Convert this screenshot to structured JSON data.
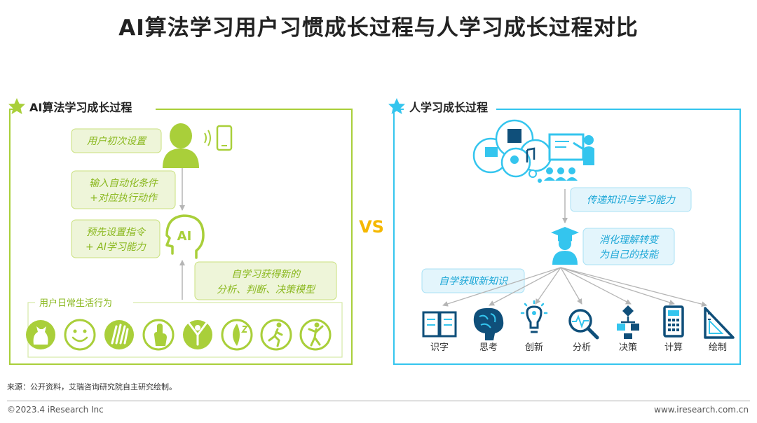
{
  "title": "AI算法学习用户习惯成长过程与人学习成长过程对比",
  "vs_label": "VS",
  "colors": {
    "ai_green": "#a9cf3a",
    "ai_text": "#8ab81e",
    "human_blue": "#34c5ee",
    "human_text": "#1aa6d6",
    "icon_dark": "#0f4f7a",
    "vs_yellow": "#f5b800"
  },
  "ai_panel": {
    "heading": "AI算法学习成长过程",
    "heading_icon": "star-icon",
    "steps": {
      "initial_setup": "用户初次设置",
      "input_conditions_line1": "输入自动化条件",
      "input_conditions_line2": "+对应执行动作",
      "preset_line1": "预先设置指令",
      "preset_line2": "+ AI学习能力",
      "self_learn_line1": "自学习获得新的",
      "self_learn_line2": "分析、判断、决策模型"
    },
    "ai_head_text": "AI",
    "behavior_label": "用户日常生活行为",
    "behavior_icons": [
      "cat-icon",
      "smile-icon",
      "clap-hands-icon",
      "tap-hand-icon",
      "cheer-person-icon",
      "sleep-moon-icon",
      "running-person-icon",
      "dancing-person-icon"
    ]
  },
  "human_panel": {
    "heading": "人学习成长过程",
    "heading_icon": "star-icon",
    "transfer_label": "传递知识与学习能力",
    "digest_line1": "消化理解转变",
    "digest_line2": "为自己的技能",
    "self_acquire_label": "自学获取新知识",
    "skills": [
      {
        "label": "识字",
        "icon": "open-book-icon"
      },
      {
        "label": "思考",
        "icon": "brain-icon"
      },
      {
        "label": "创新",
        "icon": "lightbulb-icon"
      },
      {
        "label": "分析",
        "icon": "magnifier-pulse-icon"
      },
      {
        "label": "决策",
        "icon": "flowchart-icon"
      },
      {
        "label": "计算",
        "icon": "calculator-icon"
      },
      {
        "label": "绘制",
        "icon": "set-square-icon"
      }
    ]
  },
  "source": "来源：公开资料，艾瑞咨询研究院自主研究绘制。",
  "copyright": "©2023.4 iResearch Inc",
  "website": "www.iresearch.com.cn"
}
